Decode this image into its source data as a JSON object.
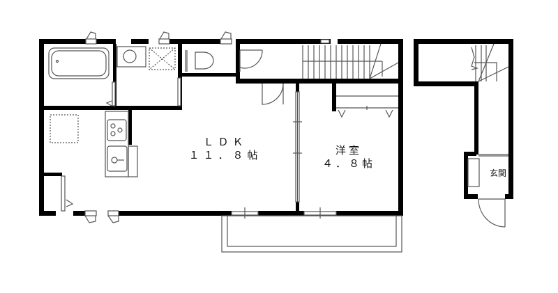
{
  "floor_plan": {
    "rooms": [
      {
        "id": "ldk",
        "name": "ＬＤＫ",
        "size": "１１．８帖"
      },
      {
        "id": "western_room",
        "name": "洋室",
        "size": "４．８帖"
      },
      {
        "id": "entrance",
        "name": "玄関"
      }
    ],
    "fixtures": [
      "bathtub",
      "washbasin",
      "washing-machine-space",
      "toilet",
      "stairs",
      "stove",
      "kitchen-sink",
      "refrigerator-space",
      "closet",
      "balcony"
    ],
    "colors": {
      "wall": "#000000",
      "line": "#555555",
      "background": "#ffffff"
    }
  }
}
